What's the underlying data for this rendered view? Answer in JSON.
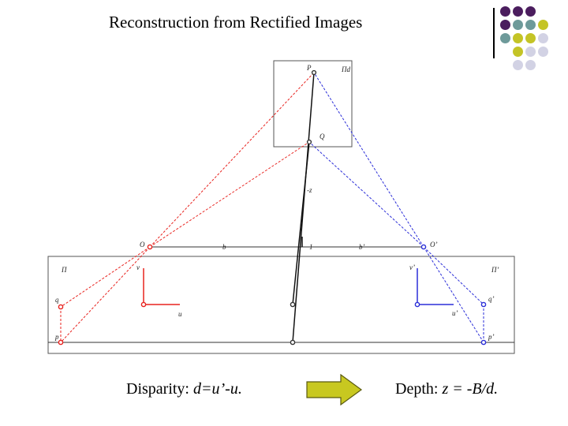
{
  "title": "Reconstruction from Rectified Images",
  "captions": {
    "left_prefix": "Disparity: ",
    "left_formula": "d=u’-u.",
    "right_prefix": "Depth: ",
    "right_formula": "z = -B/d."
  },
  "diagram_labels": {
    "P": "P",
    "Pi_d": "Πd",
    "Q": "Q",
    "z": "-z",
    "O": "O",
    "O_prime": "O’",
    "b": "b",
    "b_prime": "b’",
    "one": "1",
    "Pi_left": "Π",
    "Pi_right": "Π’",
    "v": "v",
    "v_prime": "v’",
    "u": "u",
    "u_prime": "u’",
    "q": "q",
    "q_prime": "q’",
    "p": "p",
    "p_prime": "p’"
  },
  "colors": {
    "left_camera": "#e8221e",
    "right_camera": "#2b2ed8",
    "arrow_fill": "#c8c820",
    "arrow_stroke": "#5a5a10",
    "dot_purple": "#4b1d5e",
    "dot_teal": "#6e9a9a",
    "dot_olive": "#c4c426",
    "dot_lavender": "#d2d2e4"
  },
  "decor_dots": [
    [
      "purple",
      "purple",
      "purple",
      ""
    ],
    [
      "purple",
      "teal",
      "teal",
      "olive"
    ],
    [
      "teal",
      "olive",
      "olive",
      "lavender"
    ],
    [
      "",
      "olive",
      "lavender",
      "lavender"
    ],
    [
      "",
      "lavender",
      "lavender",
      ""
    ]
  ]
}
